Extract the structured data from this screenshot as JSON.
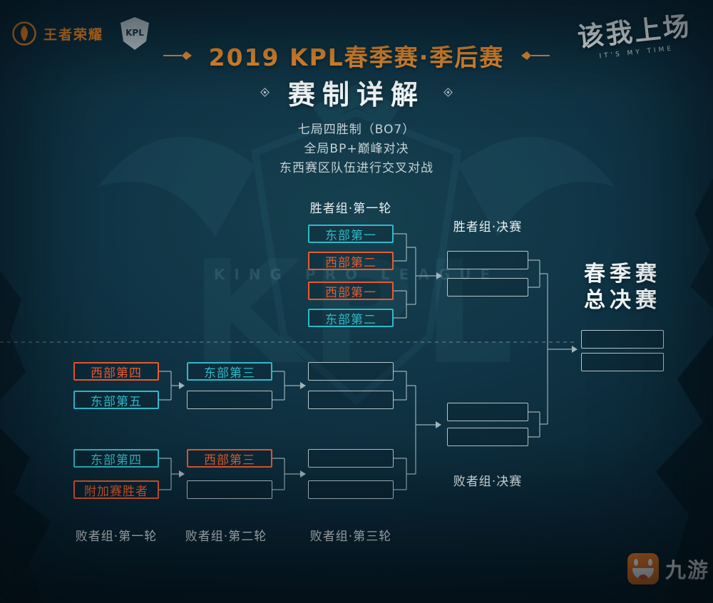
{
  "colors": {
    "east": "#2fb9c9",
    "west": "#e85a2e",
    "accent": "#f0912f",
    "line": "#a9bdc3",
    "jiuyou_orange": "#f47a1f"
  },
  "header": {
    "wzry_logo": "王者荣耀",
    "kpl_logo": "KPL",
    "slogan": "该我上场",
    "slogan_sub": "IT'S MY TIME"
  },
  "title": {
    "line1": "2019 KPL春季赛·季后赛",
    "line2": "赛制详解"
  },
  "rules": {
    "line1": "七局四胜制（BO7）",
    "line2": "全局BP+巅峰对决",
    "line3": "东西赛区队伍进行交叉对战"
  },
  "watermark": {
    "text": "KING PRO LEAGUE"
  },
  "bracket": {
    "winners_r1_label": "胜者组·第一轮",
    "winners_final_label": "胜者组·决赛",
    "losers_final_label": "败者组·决赛",
    "losers_r1_label": "败者组·第一轮",
    "losers_r2_label": "败者组·第二轮",
    "losers_r3_label": "败者组·第三轮",
    "grand_final": {
      "line1": "春季赛",
      "line2": "总决赛"
    },
    "winners_r1_slots": [
      {
        "label": "东部第一",
        "region": "east"
      },
      {
        "label": "西部第二",
        "region": "west"
      },
      {
        "label": "西部第一",
        "region": "west"
      },
      {
        "label": "东部第二",
        "region": "east"
      }
    ],
    "winners_final_slots": [
      {
        "label": ""
      },
      {
        "label": ""
      }
    ],
    "losers_top": {
      "r1": [
        {
          "label": "西部第四",
          "region": "west"
        },
        {
          "label": "东部第五",
          "region": "east"
        }
      ],
      "r2": [
        {
          "label": "东部第三",
          "region": "east"
        },
        {
          "label": ""
        }
      ],
      "r3": [
        {
          "label": ""
        },
        {
          "label": ""
        }
      ]
    },
    "losers_bottom": {
      "r1": [
        {
          "label": "东部第四",
          "region": "east"
        },
        {
          "label": "附加赛胜者",
          "region": "west"
        }
      ],
      "r2": [
        {
          "label": "西部第三",
          "region": "west"
        },
        {
          "label": ""
        }
      ],
      "r3": [
        {
          "label": ""
        },
        {
          "label": ""
        }
      ]
    },
    "losers_final_slots": [
      {
        "label": ""
      },
      {
        "label": ""
      }
    ],
    "grand_final_slots": [
      {
        "label": ""
      },
      {
        "label": ""
      }
    ]
  },
  "footer": {
    "jiuyou": "九游"
  }
}
